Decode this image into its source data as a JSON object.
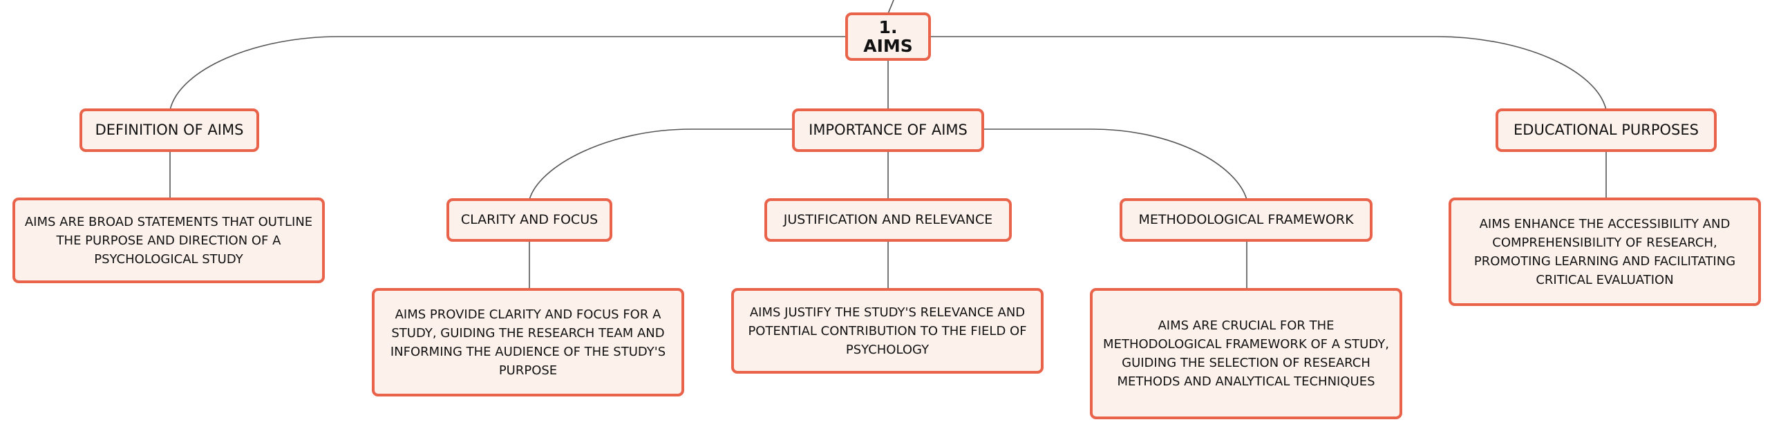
{
  "colors": {
    "node_border": "#e8634a",
    "node_fill": "#fdf1ec",
    "link": "#555555",
    "text": "#111111"
  },
  "root": {
    "label": "1. AIMS"
  },
  "definition": {
    "label": "DEFINITION OF AIMS",
    "detail": "AIMS ARE BROAD STATEMENTS THAT OUTLINE THE PURPOSE AND DIRECTION OF A PSYCHOLOGICAL STUDY"
  },
  "importance": {
    "label": "IMPORTANCE OF AIMS",
    "clarity": {
      "label": "CLARITY AND FOCUS",
      "detail": "AIMS PROVIDE CLARITY AND FOCUS FOR A STUDY, GUIDING THE RESEARCH TEAM AND INFORMING THE AUDIENCE OF THE STUDY'S PURPOSE"
    },
    "justification": {
      "label": "JUSTIFICATION AND RELEVANCE",
      "detail": "AIMS JUSTIFY THE STUDY'S RELEVANCE AND POTENTIAL CONTRIBUTION TO THE FIELD OF PSYCHOLOGY"
    },
    "methodological": {
      "label": "METHODOLOGICAL FRAMEWORK",
      "detail": "AIMS ARE CRUCIAL FOR THE METHODOLOGICAL FRAMEWORK OF A STUDY, GUIDING THE SELECTION OF RESEARCH METHODS AND ANALYTICAL TECHNIQUES"
    }
  },
  "educational": {
    "label": "EDUCATIONAL PURPOSES",
    "detail": "AIMS ENHANCE THE ACCESSIBILITY AND COMPREHENSIBILITY OF RESEARCH, PROMOTING LEARNING AND FACILITATING CRITICAL EVALUATION"
  }
}
